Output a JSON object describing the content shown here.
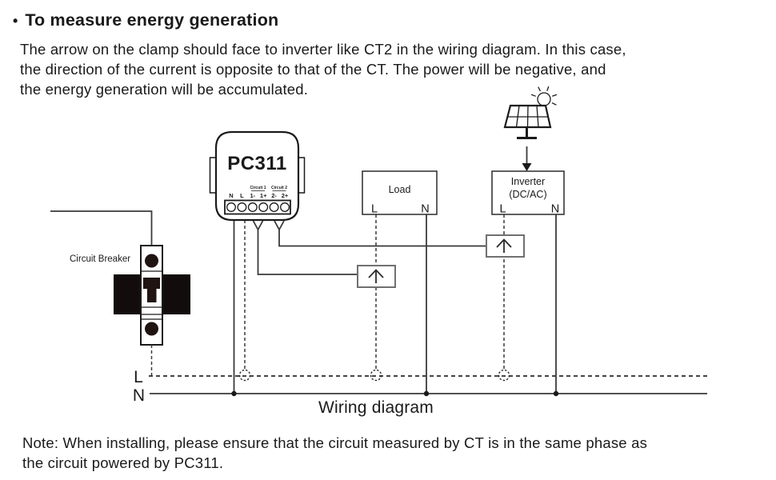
{
  "page": {
    "bullet": "•",
    "title": "To measure energy generation",
    "body_lines": [
      "The arrow on the clamp should face to inverter like CT2 in the wiring diagram. In this case,",
      "the direction of the current is opposite to that of the CT. The power will be negative, and",
      "the energy generation will be accumulated."
    ],
    "caption": "Wiring diagram",
    "note_lines": [
      "Note: When installing, please ensure that the circuit measured by CT is in the same phase as",
      "the circuit powered by PC311."
    ]
  },
  "diagram": {
    "device": {
      "name": "PC311",
      "terminals": [
        "N",
        "L",
        "1-",
        "1+",
        "2-",
        "2+"
      ],
      "circuit1": "Circuit 1",
      "circuit2": "Circuit 2"
    },
    "breaker": {
      "label": "Circuit Breaker"
    },
    "load": {
      "label": "Load",
      "l": "L",
      "n": "N"
    },
    "inverter": {
      "line1": "Inverter",
      "line2": "(DC/AC)",
      "l": "L",
      "n": "N"
    },
    "bus": {
      "l": "L",
      "n": "N"
    },
    "colors": {
      "line": "#1a1a1a",
      "background": "#ffffff"
    }
  }
}
